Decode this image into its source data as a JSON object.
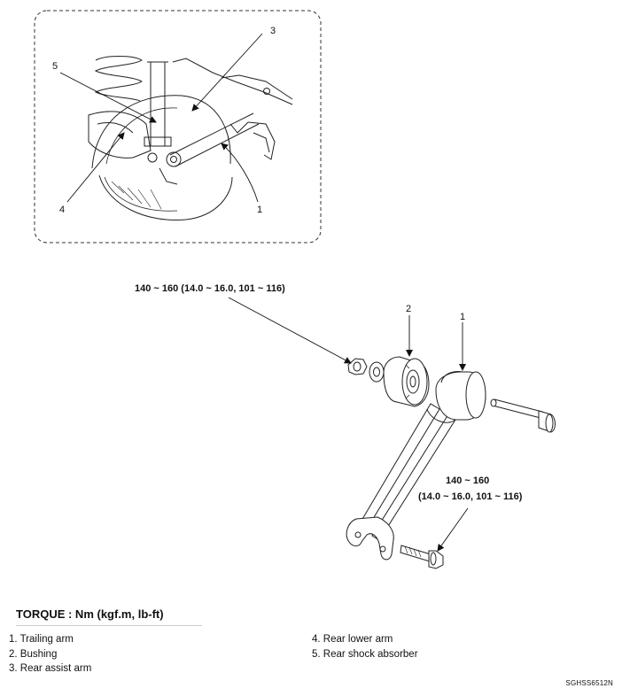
{
  "callouts": {
    "detail": {
      "c1": "1",
      "c3": "3",
      "c4": "4",
      "c5": "5"
    },
    "exploded": {
      "c1": "1",
      "c2": "2"
    }
  },
  "torque_specs": {
    "nut_spec": "140 ~ 160 (14.0 ~ 16.0, 101 ~ 116)",
    "bolt_spec_line1": "140 ~ 160",
    "bolt_spec_line2": "(14.0 ~ 16.0, 101 ~ 116)"
  },
  "legend": {
    "heading": "TORQUE : Nm (kgf.m, lb-ft)",
    "items": [
      "1. Trailing arm",
      "2. Bushing",
      "3. Rear assist arm",
      "4. Rear lower arm",
      "5. Rear shock absorber"
    ]
  },
  "figure_code": "SGHSS6512N"
}
